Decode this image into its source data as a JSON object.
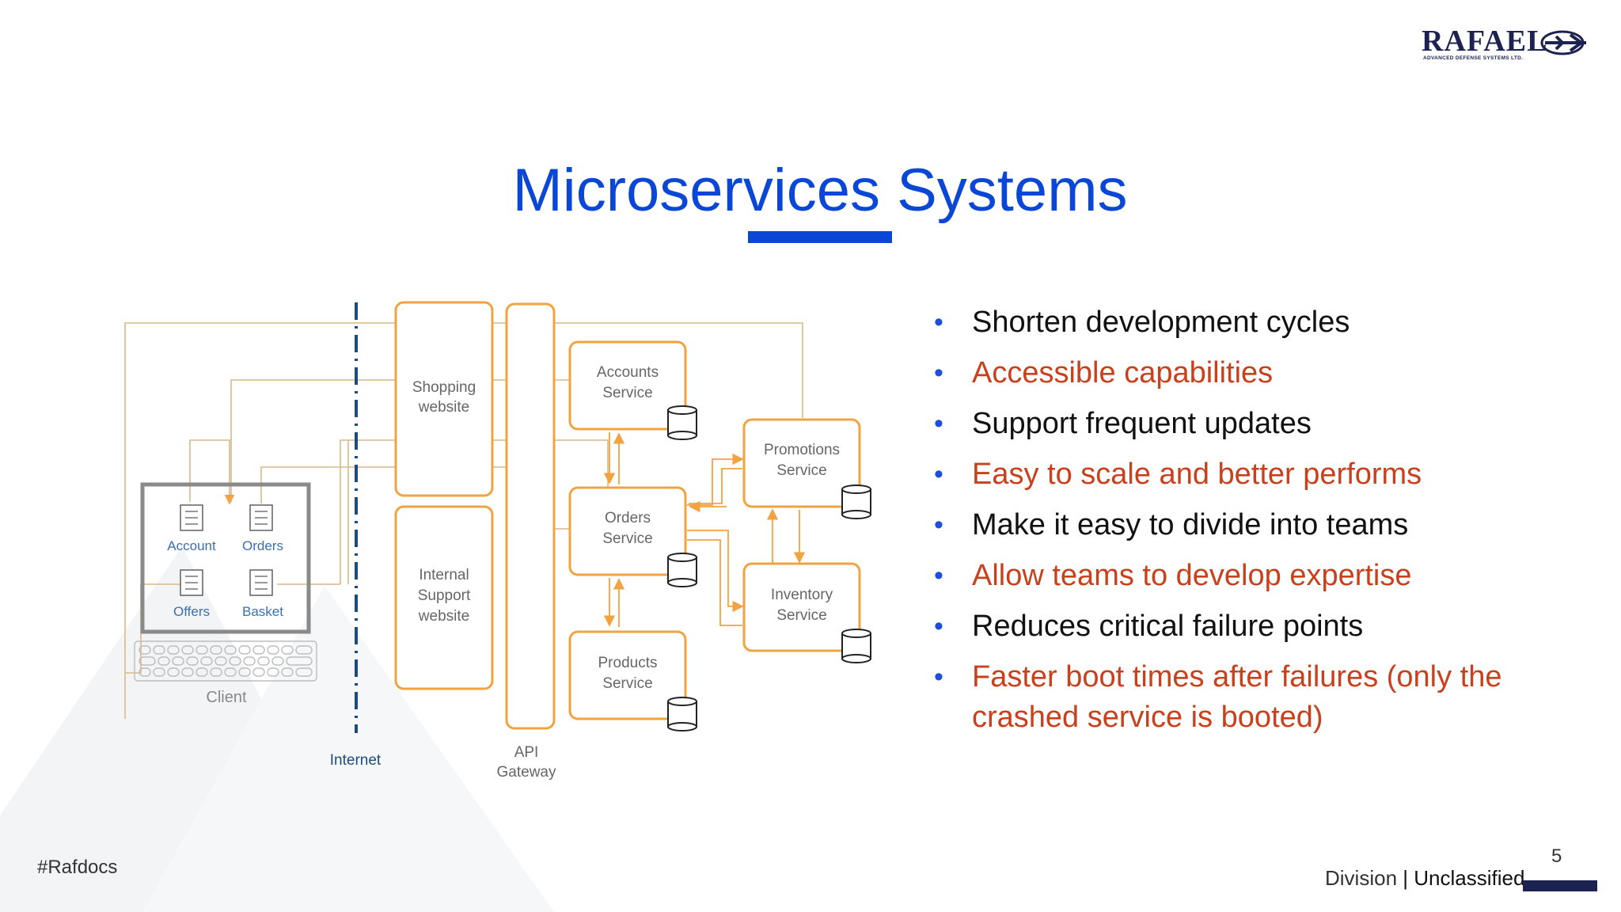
{
  "logo": {
    "brand": "RAFAEL",
    "tagline": "ADVANCED DEFENSE SYSTEMS LTD."
  },
  "title": "Microservices Systems",
  "diagram": {
    "client": {
      "label": "Client",
      "apps": [
        "Account",
        "Orders",
        "Offers",
        "Basket"
      ]
    },
    "internet_label": "Internet",
    "websites": [
      {
        "line1": "Shopping",
        "line2": "website",
        "line3": ""
      },
      {
        "line1": "Internal",
        "line2": "Support",
        "line3": "website"
      }
    ],
    "gateway": {
      "line1": "API",
      "line2": "Gateway"
    },
    "services": [
      {
        "line1": "Accounts",
        "line2": "Service"
      },
      {
        "line1": "Orders",
        "line2": "Service"
      },
      {
        "line1": "Products",
        "line2": "Service"
      },
      {
        "line1": "Promotions",
        "line2": "Service"
      },
      {
        "line1": "Inventory",
        "line2": "Service"
      }
    ]
  },
  "bullets": [
    {
      "text": "Shorten development cycles",
      "color": "#111111"
    },
    {
      "text": "Accessible capabilities",
      "color": "#c8401c"
    },
    {
      "text": "Support frequent updates",
      "color": "#111111"
    },
    {
      "text": "Easy to scale and better performs",
      "color": "#c8401c"
    },
    {
      "text": "Make it easy to divide into teams",
      "color": "#111111"
    },
    {
      "text": "Allow teams to develop expertise",
      "color": "#c8401c"
    },
    {
      "text": "Reduces critical failure points",
      "color": "#111111"
    },
    {
      "text": "Faster boot times after failures (only the crashed service is booted)",
      "color": "#c8401c"
    }
  ],
  "bullet_icon": "bullet-dot",
  "footer": {
    "hashtag": "#Rafdocs",
    "division": "Division",
    "separator": "|",
    "classification": "Unclassified",
    "page_number": "5"
  },
  "colors": {
    "title": "#0b47d6",
    "accent_red": "#c8401c",
    "diagram_orange": "#f0a340",
    "navy": "#1d2350"
  }
}
